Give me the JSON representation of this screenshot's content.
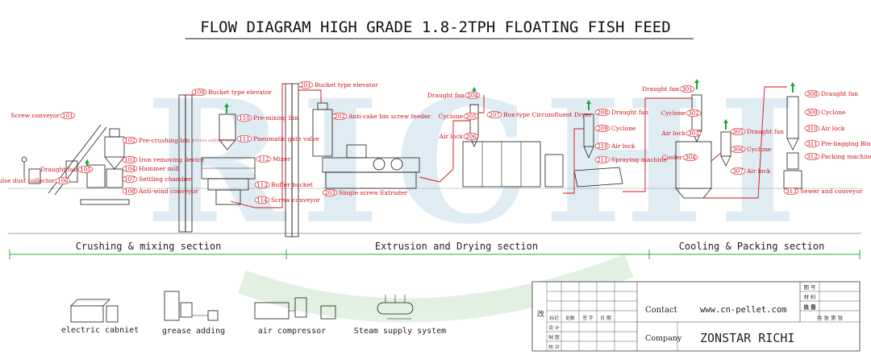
{
  "title": "FLOW DIAGRAM HIGH GRADE 1.8-2TPH FLOATING FISH FEED",
  "watermark": "RICHI",
  "sections": [
    {
      "label": "Crushing & mixing section"
    },
    {
      "label": "Extrusion and Drying section"
    },
    {
      "label": "Cooling & Packing section"
    }
  ],
  "equipment": [
    {
      "num": "101",
      "label": "Screw conveyor"
    },
    {
      "num": "102",
      "label": "Pre-crushing bin"
    },
    {
      "num": "103",
      "label": "Iron removing device"
    },
    {
      "num": "104",
      "label": "Hammer mill"
    },
    {
      "num": "105",
      "label": "Draught fan"
    },
    {
      "num": "106",
      "label": "Pulse dust collector"
    },
    {
      "num": "107",
      "label": "Settling chamber"
    },
    {
      "num": "108",
      "label": "Anti-wind conveyor"
    },
    {
      "num": "109",
      "label": "Bucket type elevator"
    },
    {
      "num": "110",
      "label": "Pre-mixing bin"
    },
    {
      "num": "111",
      "label": "Pneumatic gate valve"
    },
    {
      "num": "112",
      "label": "Mixer"
    },
    {
      "num": "113",
      "label": "Buffer bucket"
    },
    {
      "num": "114",
      "label": "Screw conveyor"
    },
    {
      "num": "201",
      "label": "Bucket type elevator"
    },
    {
      "num": "202",
      "label": "Anti-cake bin screw feeder"
    },
    {
      "num": "203",
      "label": "Single screw Extruder"
    },
    {
      "num": "204",
      "label": "Draught fan"
    },
    {
      "num": "205",
      "label": "Cyclone"
    },
    {
      "num": "206",
      "label": "Air lock"
    },
    {
      "num": "207",
      "label": "Box-type Circumfluent Dryer"
    },
    {
      "num": "208",
      "label": "Draught fan"
    },
    {
      "num": "209",
      "label": "Cyclone"
    },
    {
      "num": "210",
      "label": "Air lock"
    },
    {
      "num": "211",
      "label": "Spraying machine"
    },
    {
      "num": "301",
      "label": "Draught fan"
    },
    {
      "num": "302",
      "label": "Cyclone"
    },
    {
      "num": "303",
      "label": "Air lock"
    },
    {
      "num": "304",
      "label": "Cooler"
    },
    {
      "num": "305",
      "label": "Draught fan"
    },
    {
      "num": "306",
      "label": "Cyclone"
    },
    {
      "num": "307",
      "label": "Air lock"
    },
    {
      "num": "308",
      "label": "Draught fan"
    },
    {
      "num": "309",
      "label": "Cyclone"
    },
    {
      "num": "310",
      "label": "Air lock"
    },
    {
      "num": "311",
      "label": "Pre-bagging Bin"
    },
    {
      "num": "312",
      "label": "Packing machine"
    },
    {
      "num": "313",
      "label": "Sewer and conveyor"
    }
  ],
  "small_note": "proess adding hole",
  "legend": [
    {
      "label": "electric cabniet"
    },
    {
      "label": "grease adding"
    },
    {
      "label": "air compressor"
    },
    {
      "label": "Steam supply system"
    }
  ],
  "titleblock": {
    "contact_label": "Contact",
    "contact_value": "www.cn-pellet.com",
    "company_label": "Company",
    "company_value": "ZONSTAR RICHI",
    "col_headers": [
      "标记",
      "处数",
      "签 字",
      "日 期"
    ],
    "row_labels": [
      "设 计",
      "制 图",
      "校 对"
    ],
    "side_char": "改",
    "right_labels": [
      "图 号",
      "材 料",
      "比 例",
      "数 量"
    ],
    "sheet_text": "共   张 第   张"
  },
  "colors": {
    "accent": "#d0101b",
    "line": "#1a1a1a",
    "watermark": "#cfe3ef",
    "watermark2": "#d7ecd6",
    "arrow": "#1aa83a"
  }
}
